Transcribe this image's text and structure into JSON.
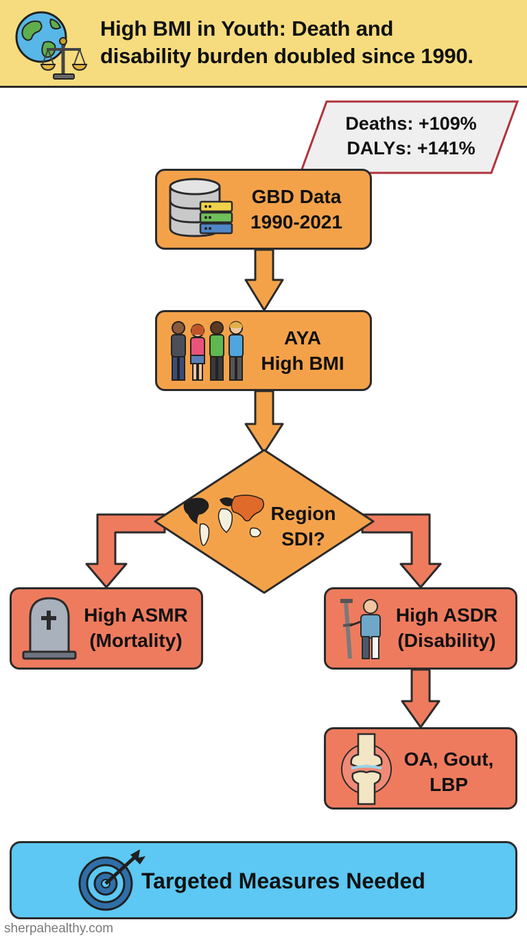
{
  "header": {
    "title_line1": "High BMI in Youth: Death and",
    "title_line2": "disability burden doubled since 1990.",
    "icon": "globe-scales-icon"
  },
  "stats": {
    "deaths": "Deaths: +109%",
    "dalys": "DALYs: +141%"
  },
  "nodes": {
    "gbd": {
      "line1": "GBD Data",
      "line2": "1990-2021",
      "icon": "database-server-icon"
    },
    "aya": {
      "line1": "AYA",
      "line2": "High BMI",
      "icon": "young-people-icon"
    },
    "region": {
      "line1": "Region",
      "line2": "SDI?",
      "icon": "world-map-icon"
    },
    "asmr": {
      "line1": "High ASMR",
      "line2": "(Mortality)",
      "icon": "tombstone-icon"
    },
    "asdr": {
      "line1": "High ASDR",
      "line2": "(Disability)",
      "icon": "crutch-person-icon"
    },
    "conditions": {
      "line1": "OA, Gout,",
      "line2": "LBP",
      "icon": "knee-joint-icon"
    }
  },
  "cta": {
    "label": "Targeted Measures Needed",
    "icon": "target-arrow-icon"
  },
  "watermark": "sherpahealthy.com",
  "colors": {
    "header_bg": "#f6dc7e",
    "orange": "#f4a24a",
    "salmon": "#ef7b5e",
    "cta_blue": "#5cc8f3",
    "stat_border": "#b0323a"
  }
}
